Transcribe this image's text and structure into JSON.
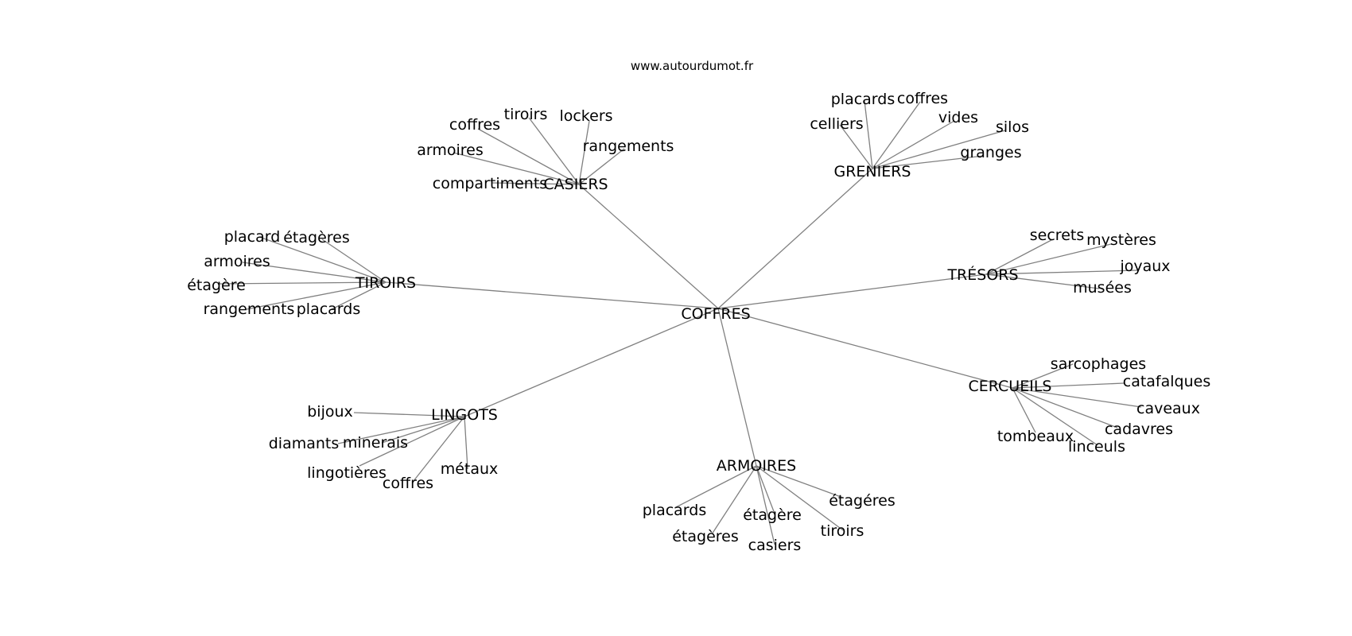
{
  "site_label": "www.autourdumot.fr",
  "center": {
    "label": "COFFRES"
  },
  "hubs": [
    {
      "label": "CASIERS",
      "leaves": [
        "coffres",
        "tiroirs",
        "lockers",
        "rangements",
        "armoires",
        "compartiments"
      ]
    },
    {
      "label": "GRENIERS",
      "leaves": [
        "placards",
        "coffres",
        "vides",
        "silos",
        "celliers",
        "granges"
      ]
    },
    {
      "label": "TIROIRS",
      "leaves": [
        "placard",
        "étagères",
        "armoires",
        "étagère",
        "rangements",
        "placards"
      ]
    },
    {
      "label": "TRÉSORS",
      "leaves": [
        "secrets",
        "mystères",
        "joyaux",
        "musées"
      ]
    },
    {
      "label": "CERCUEILS",
      "leaves": [
        "sarcophages",
        "catafalques",
        "caveaux",
        "cadavres",
        "tombeaux",
        "linceuls"
      ]
    },
    {
      "label": "LINGOTS",
      "leaves": [
        "bijoux",
        "diamants",
        "minerais",
        "lingotières",
        "coffres",
        "métaux"
      ]
    },
    {
      "label": "ARMOIRES",
      "leaves": [
        "placards",
        "étagère",
        "étagéres",
        "étagères",
        "casiers",
        "tiroirs"
      ]
    }
  ]
}
